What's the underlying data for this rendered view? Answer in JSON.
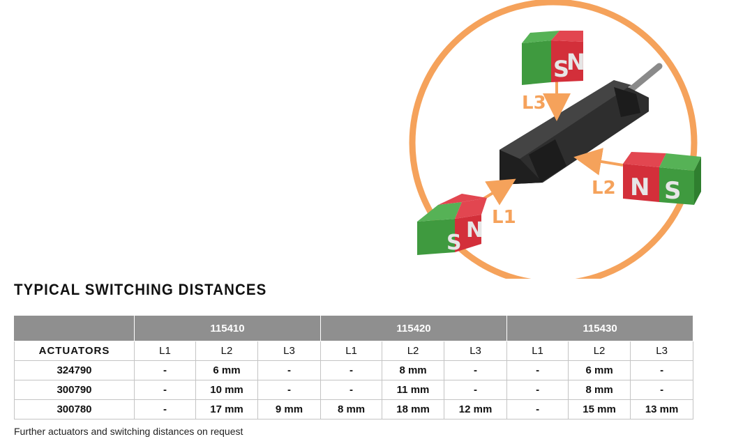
{
  "illustration": {
    "ring_color": "#f5a25b",
    "arrow_color": "#f5a25b",
    "magnet_north_color": "#d32f3a",
    "magnet_south_color": "#3f9a3f",
    "sensor_color": "#2a2a2a",
    "labels": {
      "l1": "L1",
      "l2": "L2",
      "l3": "L3"
    },
    "magnet_top": {
      "south": "S",
      "north": "N"
    },
    "magnet_right": {
      "north": "N",
      "south": "S"
    },
    "magnet_left": {
      "south": "S",
      "north": "N"
    }
  },
  "heading": "TYPICAL SWITCHING DISTANCES",
  "table": {
    "groups": [
      "115410",
      "115420",
      "115430"
    ],
    "actuators_label": "ACTUATORS",
    "sub_headers": [
      "L1",
      "L2",
      "L3"
    ],
    "rows": [
      {
        "actuator": "324790",
        "values": [
          "-",
          "6 mm",
          "-",
          "-",
          "8 mm",
          "-",
          "-",
          "6 mm",
          "-"
        ]
      },
      {
        "actuator": "300790",
        "values": [
          "-",
          "10 mm",
          "-",
          "-",
          "11 mm",
          "-",
          "-",
          "8 mm",
          "-"
        ]
      },
      {
        "actuator": "300780",
        "values": [
          "-",
          "17 mm",
          "9 mm",
          "8 mm",
          "18 mm",
          "12 mm",
          "-",
          "15 mm",
          "13 mm"
        ]
      }
    ]
  },
  "footnote": "Further actuators and switching distances on request"
}
